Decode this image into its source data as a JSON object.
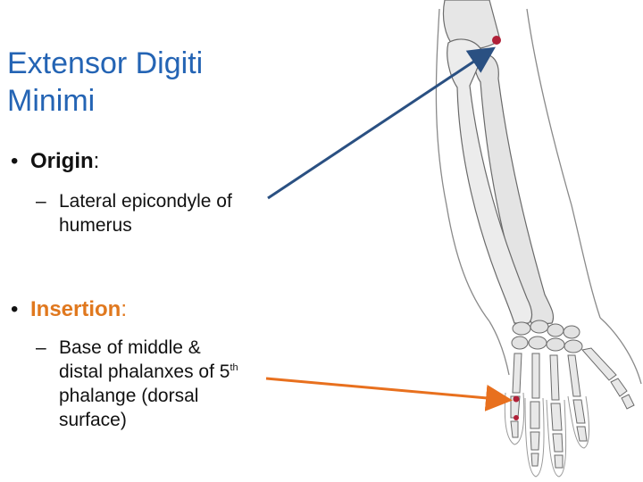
{
  "slide": {
    "title_line1": "Extensor Digiti",
    "title_line2": "Minimi",
    "origin": {
      "label": "Origin",
      "colon": ":",
      "detail_line1": "Lateral epicondyle of",
      "detail_line2": "humerus"
    },
    "insertion": {
      "label": "Insertion",
      "colon": ":",
      "detail_line1": "Base of middle &",
      "detail_line2_pre": "distal phalanxes of 5",
      "detail_line2_sup": "th",
      "detail_line3": "phalange (dorsal",
      "detail_line4": "surface)"
    }
  },
  "colors": {
    "title": "#2464b4",
    "insertion_label": "#e0781e",
    "origin_arrow": "#2a5082",
    "insertion_arrow": "#e8701e",
    "attachment_marker": "#b02038"
  }
}
